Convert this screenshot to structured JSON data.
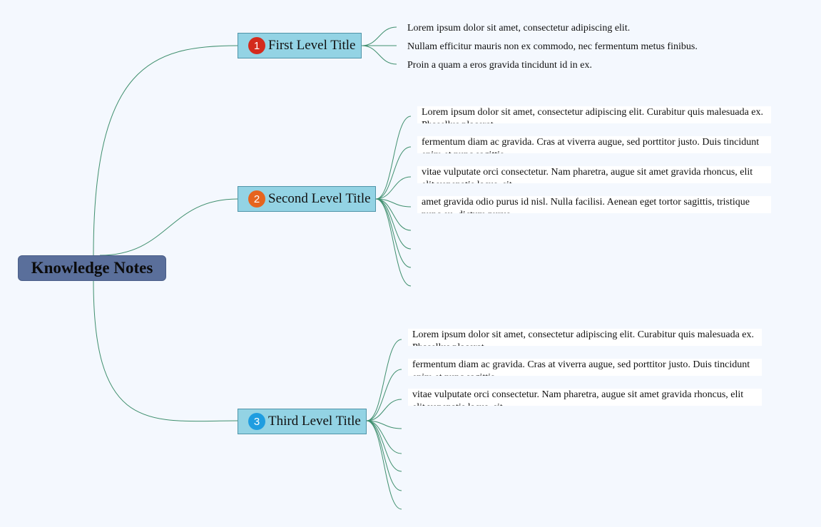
{
  "root": {
    "title": "Knowledge Notes"
  },
  "colors": {
    "connector": "#3f8f6e",
    "badge1": "#d42a1c",
    "badge2": "#e6641e",
    "badge3": "#1f9de0"
  },
  "topics": [
    {
      "title": "First Level Title",
      "badge": "1",
      "notes": [
        "Lorem ipsum dolor sit amet, consectetur adipiscing elit.",
        "Nullam efficitur mauris non ex commodo, nec fermentum metus finibus.",
        "Proin a quam a eros gravida tincidunt id in ex."
      ]
    },
    {
      "title": "Second Level Title",
      "badge": "2",
      "notes": [
        "Lorem ipsum dolor sit amet, consectetur adipiscing elit. Curabitur quis malesuada ex. Phasellus placerat",
        "fermentum diam ac gravida. Cras at viverra augue, sed porttitor justo. Duis tincidunt enim et nunc sagittis,",
        "vitae vulputate orci consectetur. Nam pharetra, augue sit amet gravida rhoncus, elit elit venenatis lacus, sit",
        "amet gravida odio purus id nisl. Nulla facilisi. Aenean eget tortor sagittis, tristique nunc eu, dictum purus."
      ]
    },
    {
      "title": "Third Level Title",
      "badge": "3",
      "notes": [
        "Lorem ipsum dolor sit amet, consectetur adipiscing elit. Curabitur quis malesuada ex. Phasellus placerat",
        "fermentum diam ac gravida. Cras at viverra augue, sed porttitor justo. Duis tincidunt enim et nunc sagittis,",
        "vitae vulputate orci consectetur. Nam pharetra, augue sit amet gravida rhoncus, elit elit venenatis lacus, sit"
      ]
    }
  ]
}
